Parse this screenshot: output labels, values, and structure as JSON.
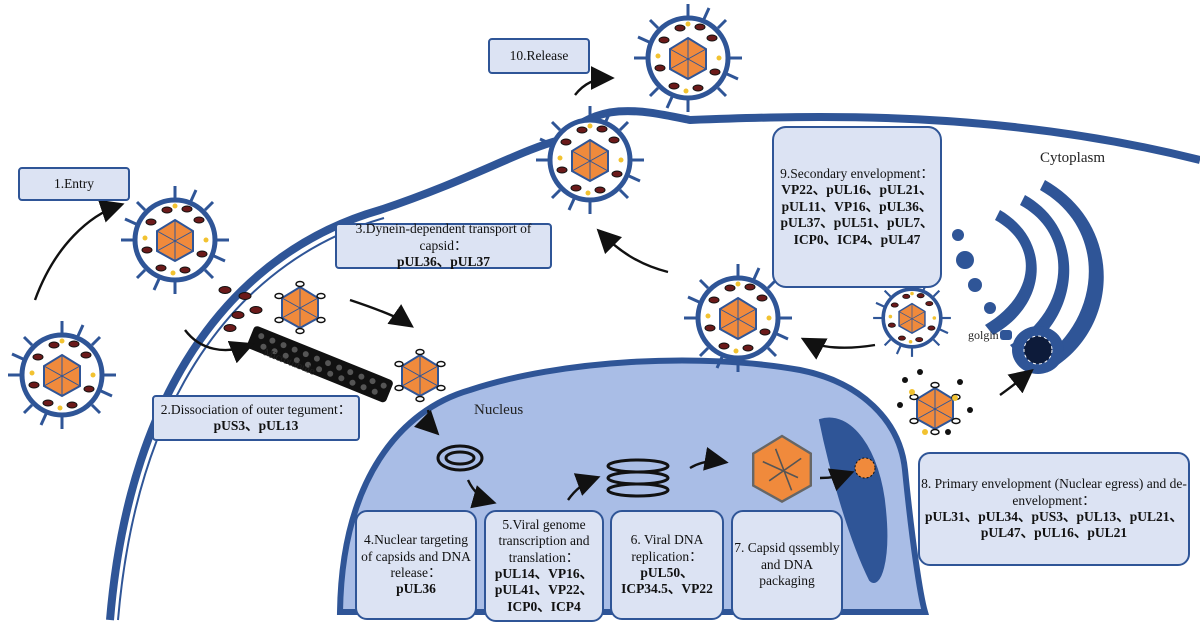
{
  "steps": {
    "s1": "1.Entry",
    "s2": "2.Dissociation of outer tegument：",
    "s2_proteins": "pUS3、pUL13",
    "s3": "3.Dynein-dependent transport of capsid：",
    "s3_proteins": "pUL36、pUL37",
    "s4": "4.Nuclear targeting of capsids and DNA release：",
    "s4_proteins": "pUL36",
    "s5": "5.Viral genome transcription and translation：",
    "s5_proteins": "pUL14、VP16、pUL41、VP22、ICP0、ICP4",
    "s6": "6. Viral DNA replication：",
    "s6_proteins": "pUL50、ICP34.5、VP22",
    "s7": "7. Capsid qssembly and DNA packaging",
    "s8": "8. Primary envelopment (Nuclear egress) and de-envelopment：",
    "s8_proteins": "pUL31、pUL34、pUS3、pUL13、pUL21、pUL47、pUL16、pUL21",
    "s9": "9.Secondary envelopment：",
    "s9_proteins": "VP22、pUL16、pUL21、pUL11、VP16、pUL36、pUL37、pUL51、pUL7、ICP0、ICP4、pUL47",
    "s10": "10.Release"
  },
  "labels": {
    "cytoplasm": "Cytoplasm",
    "nucleus": "Nucleus",
    "golgin": "golgin",
    "microtubule": "Microtubule"
  },
  "colors": {
    "membrane": "#2f5597",
    "nucleus_fill": "#a9bde6",
    "capsid": "#f08a3c",
    "box_fill": "#dce3f3"
  }
}
